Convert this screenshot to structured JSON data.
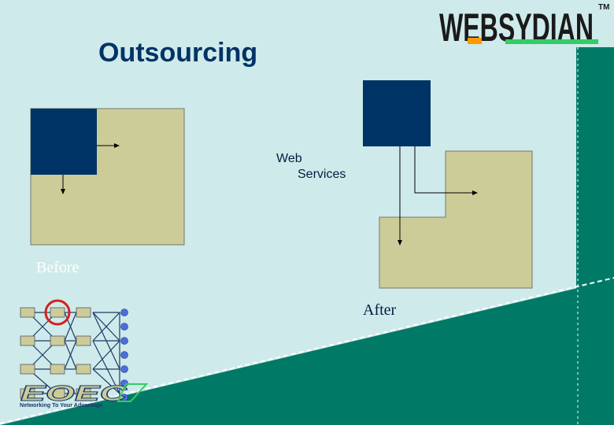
{
  "slide": {
    "title": "Outsourcing",
    "web_services_line1": "Web",
    "web_services_line2": "Services",
    "before_label": "Before",
    "after_label": "After"
  },
  "logo": {
    "brand": "WEBSYDIAN",
    "trademark": "TM"
  },
  "footer_logo": {
    "tagline": "Networking To Your Advantage"
  },
  "colors": {
    "background": "#cfeaea",
    "teal": "#007a66",
    "navy": "#003366",
    "khaki": "#cccc99",
    "logo_green": "#33cc66",
    "logo_orange": "#ff9900"
  }
}
